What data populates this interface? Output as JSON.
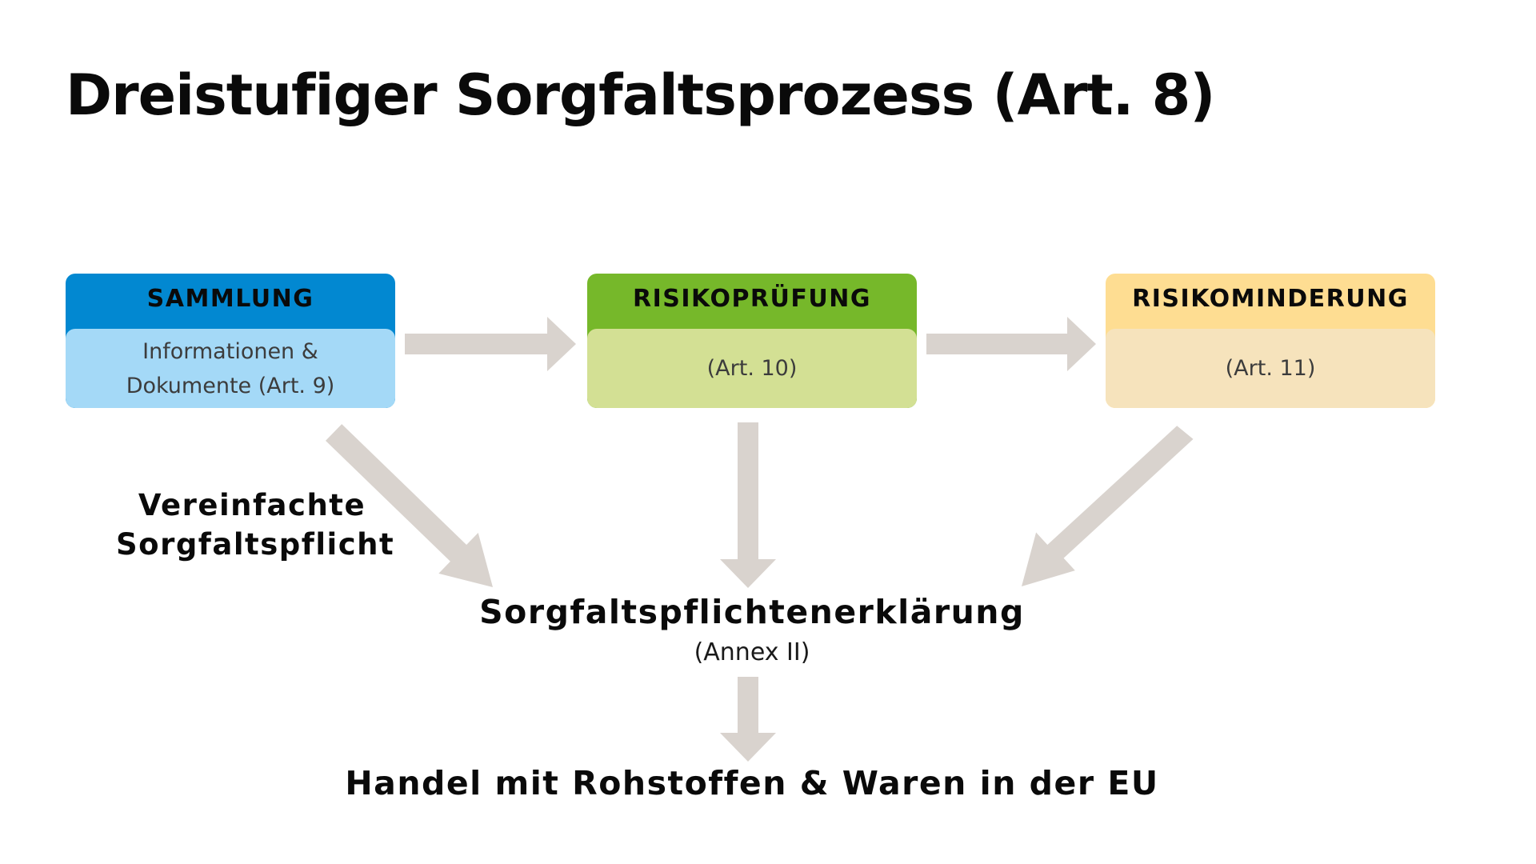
{
  "title": "Dreistufiger Sorgfaltsprozess (Art. 8)",
  "colors": {
    "arrow": "#d9d3ce",
    "stage1_head": "#0288d1",
    "stage1_body": "#a4d9f7",
    "stage2_head": "#76b82a",
    "stage2_body": "#d3e094",
    "stage3_head": "#fedd92",
    "stage3_body": "#f6e3bc"
  },
  "stages": [
    {
      "label": "SAMMLUNG",
      "lines": [
        "Informationen &",
        "Dokumente (Art. 9)"
      ]
    },
    {
      "label": "RISIKOPRÜFUNG",
      "lines": [
        "(Art. 10)"
      ]
    },
    {
      "label": "RISIKOMINDERUNG",
      "lines": [
        "(Art. 11)"
      ]
    }
  ],
  "simplified": {
    "lines": [
      "Vereinfachte",
      "Sorgfaltspflicht"
    ]
  },
  "declaration": {
    "label": "Sorgfaltspflichtenerklärung",
    "sub": "(Annex II)"
  },
  "result": "Handel mit Rohstoffen & Waren in der EU"
}
